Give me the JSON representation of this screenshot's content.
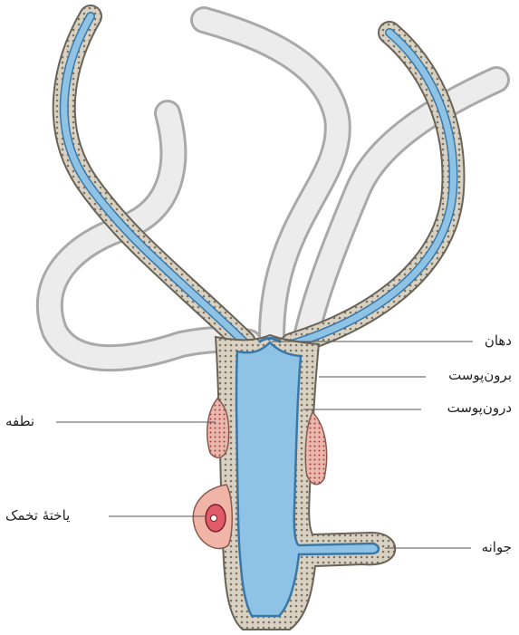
{
  "diagram": {
    "labels": {
      "mouth": "دهان",
      "ectoderm": "برون‌پوست",
      "endoderm": "درون‌پوست",
      "sperm": "نطفه",
      "egg_cell": "یاختهٔ تخمک",
      "bud": "جوانه"
    },
    "colors": {
      "cavity": "#8ec3e6",
      "cavity_edge": "#3a78a8",
      "tentacle_fill": "#ececec",
      "tentacle_shade": "#a9a9a9",
      "body_wall": "#d9d2c2",
      "testis": "#e8b8ae",
      "testis_dots": "#b03a3a",
      "ovary": "#f0b5a6",
      "egg": "#e05a67"
    }
  }
}
